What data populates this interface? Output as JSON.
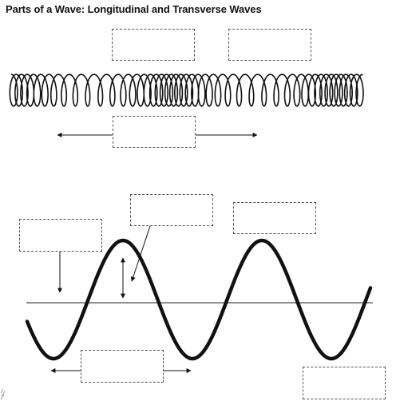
{
  "title": "Parts of a Wave: Longitudinal and Transverse Waves",
  "diagrams": [
    {
      "kind": "longitudinal-wave",
      "blank_labels": 3
    },
    {
      "kind": "transverse-wave",
      "blank_labels": 5
    }
  ],
  "colors": {
    "ink": "#111111",
    "box_border": "#555555",
    "background": "#ffffff"
  }
}
